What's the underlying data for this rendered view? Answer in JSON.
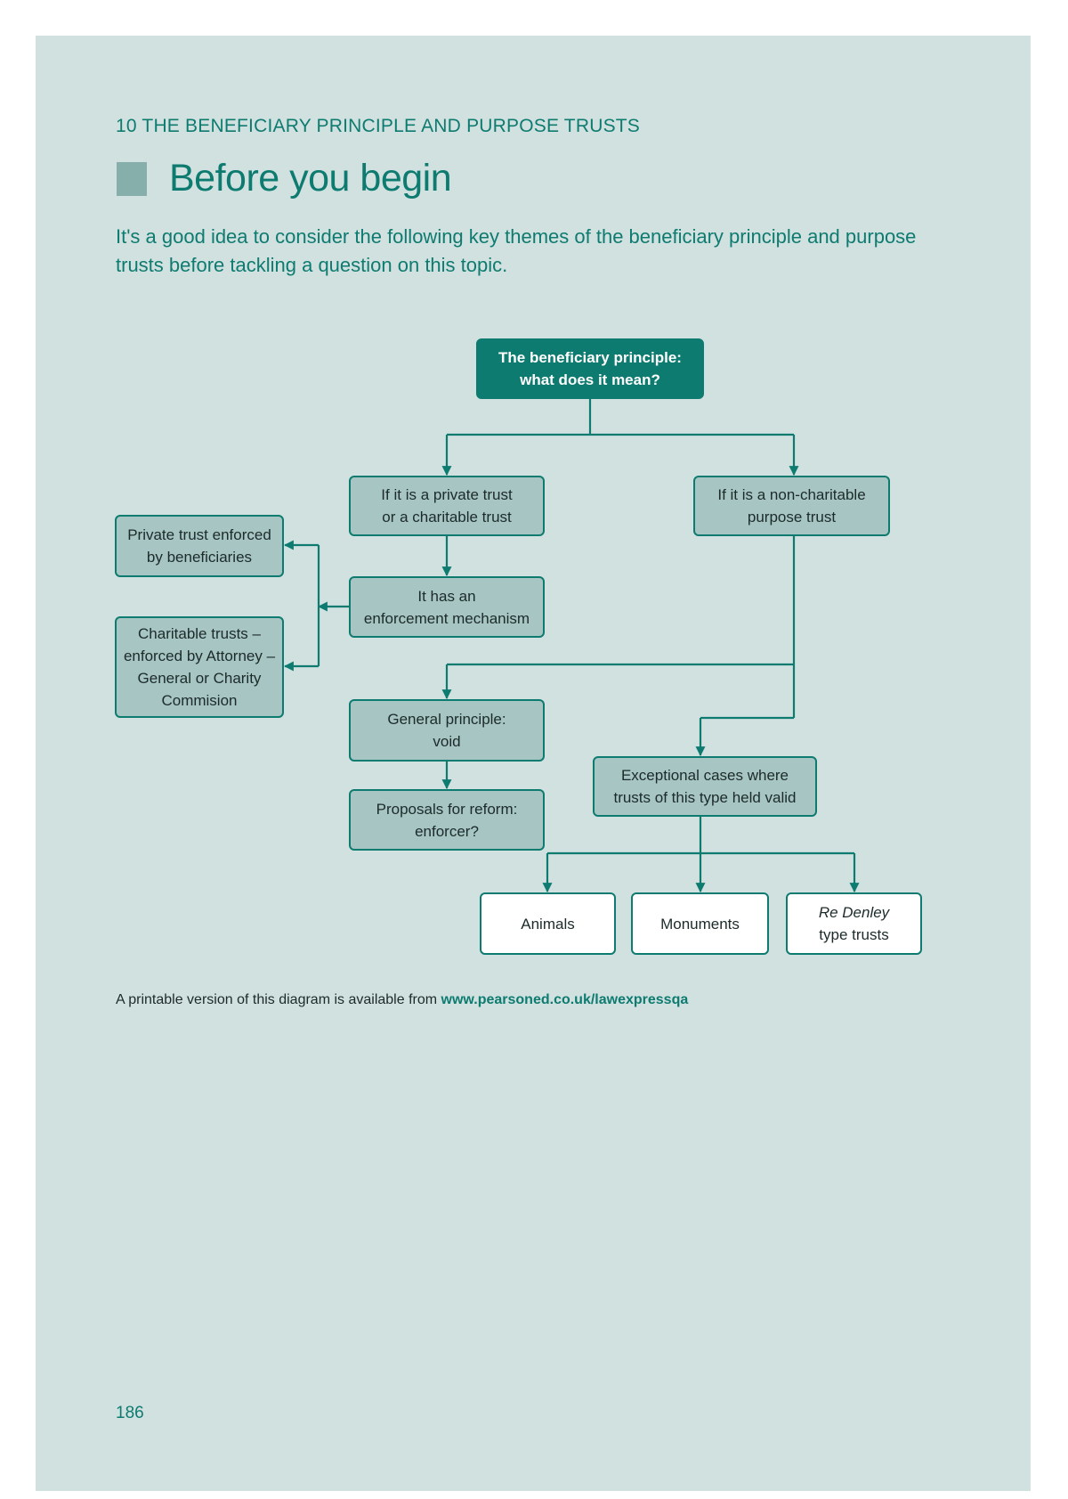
{
  "header": {
    "chapter": "10  THE BENEFICIARY PRINCIPLE AND PURPOSE TRUSTS",
    "section_title": "Before you begin",
    "intro": "It's a good idea to consider the following key themes of the beneficiary principle and purpose trusts before tackling a question on this topic."
  },
  "diagram": {
    "root": "The beneficiary principle:\nwhat does it mean?",
    "private_or_charitable": "If it is a private trust\nor a charitable trust",
    "non_charitable_purpose": "If it is a non-charitable\npurpose trust",
    "private_enforced": "Private trust enforced\nby beneficiaries",
    "charitable_enforced": "Charitable trusts –\nenforced by Attorney –\nGeneral or Charity\nCommision",
    "enforcement_mechanism": "It has an\nenforcement mechanism",
    "general_principle": "General principle:\nvoid",
    "proposals_reform": "Proposals for reform:\nenforcer?",
    "exceptional_cases": "Exceptional cases where\ntrusts of this type held valid",
    "animals": "Animals",
    "monuments": "Monuments",
    "re_denley_italic": "Re Denley",
    "re_denley_rest": "type trusts"
  },
  "footer": {
    "note": "A printable version of this diagram is available from ",
    "url": "www.pearsoned.co.uk/lawexpressqa",
    "page_number": "186"
  },
  "colors": {
    "page_background": "#d1e1e0",
    "accent": "#0e7b70",
    "box_fill": "#a6c5c3",
    "square_marker": "#86afab"
  }
}
